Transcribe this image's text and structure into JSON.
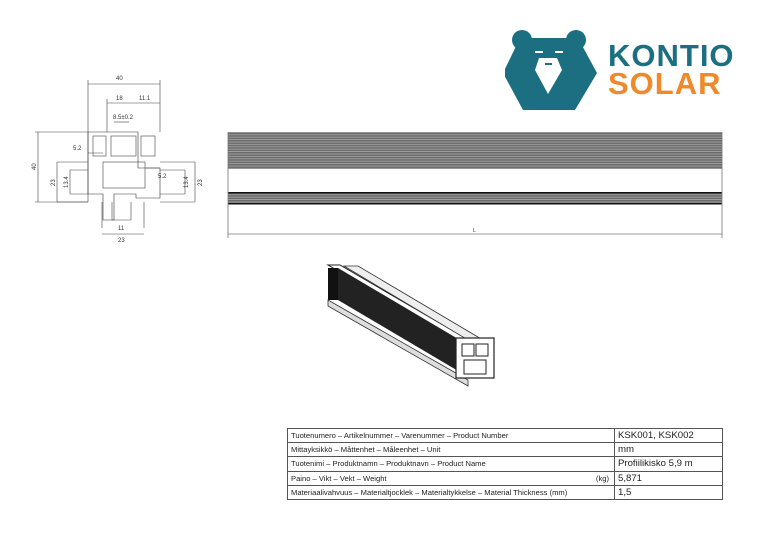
{
  "logo": {
    "line1": "KONTIO",
    "line2": "SOLAR",
    "teal": "#1b6f80",
    "orange": "#ef8a2b"
  },
  "cross_section": {
    "dims": {
      "width_top": "40",
      "d18": "18",
      "d11_1": "11.1",
      "slot": "8.5±0.2",
      "d5_2_left": "5.2",
      "d5_2_right": "5.2",
      "height_left": "40",
      "d23_left": "23",
      "d13_4_left": "13.4",
      "d13_4_right": "13.4",
      "d23_right": "23",
      "d11_bottom": "11",
      "d23_bottom": "23"
    }
  },
  "side_view": {
    "length_label": "L"
  },
  "spec_table": {
    "rows": [
      {
        "label": "Tuotenumero – Artikelnummer – Varenummer – Product Number",
        "unit": "",
        "value": "KSK001, KSK002"
      },
      {
        "label": "Mittayksikkö – Måttenhet – Måleenhet – Unit",
        "unit": "",
        "value": "mm"
      },
      {
        "label": "Tuotenimi – Produktnamn – Produktnavn – Product Name",
        "unit": "",
        "value": "Profiilikisko 5,9 m"
      },
      {
        "label": "Paino – Vikt – Vekt – Weight",
        "unit": "(kg)",
        "value": "5,871"
      },
      {
        "label": "Materiaalivahvuus – Materialtjocklek – Materialtykkelse – Material Thickness (mm)",
        "unit": "",
        "value": "1,5"
      }
    ]
  }
}
